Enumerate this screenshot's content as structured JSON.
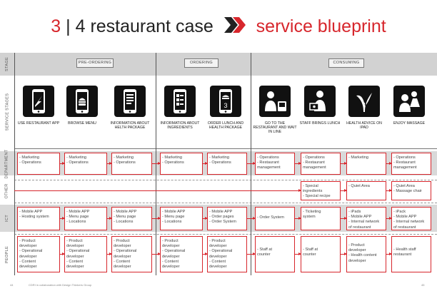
{
  "title": {
    "number": "3",
    "separator": "|",
    "part1": "4 restaurant case",
    "part2": "service blueprint"
  },
  "colors": {
    "accent": "#d7262c",
    "band": "#d2d2d2",
    "dark": "#222222"
  },
  "row_labels": {
    "stage": "STAGE",
    "service_stages": "SERVICE STAGES",
    "department": "DEPARTMENT",
    "other": "OTHER",
    "ict": "ICT",
    "people": "PEOPLE"
  },
  "phases": {
    "pre_ordering": "PRE-ORDERING",
    "ordering": "ORDERING",
    "consuming": "CONSUMING"
  },
  "steps": [
    {
      "label": "USE RESTAURANT APP",
      "icon": "app-phone-icon"
    },
    {
      "label": "BROWSE MENU",
      "icon": "menu-phone-icon"
    },
    {
      "label": "INFORMATION ABOUT HELTH PACKAGE",
      "icon": "info-phone-icon"
    },
    {
      "label": "INFORMATION ABOUT INGREDIENTS",
      "icon": "ingredients-phone-icon"
    },
    {
      "label": "ORDER LUNCH AND HEALTH PACKAGE",
      "icon": "order-phone-icon"
    },
    {
      "label": "GO TO THE RESTAURANT AND WAIT IN LINE",
      "icon": "waiting-person-icon"
    },
    {
      "label": "STAFF BRINGS LUNCH",
      "icon": "waiter-icon"
    },
    {
      "label": "HEALTH ADVICE ON IPAD",
      "icon": "leaf-icon"
    },
    {
      "label": "ENJOY MASSAGE",
      "icon": "massage-icon"
    }
  ],
  "order_screen_number": "3",
  "department": [
    [
      "- Marketing",
      "- Operations"
    ],
    [
      "- Marketing",
      "- Operations"
    ],
    [
      "- Marketing",
      "- Operations"
    ],
    [
      "- Marketing",
      "- Operations"
    ],
    [
      "- Marketing",
      "- Operations"
    ],
    [
      "- Operations",
      "- Restaurant",
      "  management"
    ],
    [
      "- Operations",
      "- Restaurant",
      "  management"
    ],
    [
      "- Marketing"
    ],
    [
      "- Operations",
      "- Restaurant",
      "  management"
    ]
  ],
  "other": [
    [
      "- Special",
      "  ingredients",
      "- Special recipe"
    ],
    [
      "- Quiet Area"
    ],
    [
      "- Quiet Area",
      "- Massage chair"
    ]
  ],
  "ict": [
    [
      "- Mobile APP",
      "- Hosting system"
    ],
    [
      "- Mobile APP",
      "- Menu page",
      "- Locations"
    ],
    [
      "- Mobile APP",
      "- Menu page",
      "- Locations"
    ],
    [
      "- Mobile APP",
      "- Menu page",
      "- Locations"
    ],
    [
      "- Mobile APP",
      "- Order pages",
      "- Order System"
    ],
    [
      "- Order System"
    ],
    [
      "- Ticketing",
      "  system"
    ],
    [
      "- iPads",
      "- Mobile APP",
      "- Internal network",
      "  of restaurant"
    ],
    [
      "- iPack",
      "- Mobile APP",
      "- Internal network",
      "  of restaurant"
    ]
  ],
  "people": [
    [
      "- Product",
      "  developer",
      "- Operational",
      "  developer",
      "- Content",
      "  developer"
    ],
    [
      "- Product",
      "  developer",
      "- Operational",
      "  developer",
      "- Content",
      "  developer"
    ],
    [
      "- Product",
      "  developer",
      "- Operational",
      "  developer",
      "- Content",
      "  developer"
    ],
    [
      "- Product",
      "  developer",
      "- Operational",
      "  developer",
      "- Content",
      "  developer"
    ],
    [
      "- Product",
      "  developer",
      "- Operational",
      "  developer",
      "- Content",
      "  developer"
    ],
    [
      "- Staff at",
      "  counter"
    ],
    [
      "- Staff at",
      "  counter"
    ],
    [
      "- Product",
      "  developer",
      "- Health content",
      "  developer"
    ],
    [
      "- Health staff",
      "  restaurant"
    ]
  ],
  "footer": {
    "page_left": "44",
    "credit": "CDRI in collaboration with Design Thinkers Group",
    "page_right": "45"
  }
}
